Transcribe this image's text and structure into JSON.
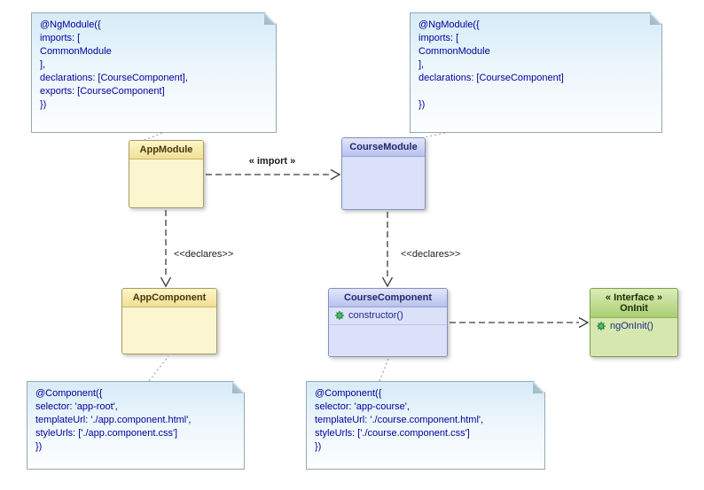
{
  "colors": {
    "note_fill_top": "#d6ebf7",
    "note_border": "#94a8b4",
    "note_text": "#000099",
    "module_yellow_fill": "#fbf5d0",
    "module_yellow_border": "#ab9b66",
    "class_blue_fill": "#dbe1f9",
    "class_blue_border": "#8490c0",
    "interface_green_fill": "#d7e8ae",
    "interface_green_border": "#7f9e4d",
    "method_text": "#1b2a8a",
    "edge_color": "#3c3c3c"
  },
  "notes": [
    {
      "lines": [
        "@NgModule({",
        "imports: [",
        "CommonModule",
        "],",
        "declarations: [CourseComponent],",
        "exports: [CourseComponent]",
        "})"
      ]
    },
    {
      "lines": [
        "@NgModule({",
        "imports: [",
        "CommonModule",
        "],",
        "declarations: [CourseComponent]",
        "",
        "})"
      ]
    },
    {
      "lines": [
        "@Component({",
        "selector: 'app-root',",
        "templateUrl: './app.component.html',",
        "styleUrls: ['./app.component.css']",
        "})"
      ]
    },
    {
      "lines": [
        "@Component({",
        "selector: 'app-course',",
        "templateUrl: './course.component.html',",
        "styleUrls: ['./course.component.css']",
        "})"
      ]
    }
  ],
  "classes": {
    "app_module": {
      "name": "AppModule"
    },
    "course_module": {
      "name": "CourseModule"
    },
    "app_component": {
      "name": "AppComponent"
    },
    "course_component": {
      "name": "CourseComponent",
      "methods": [
        "constructor()"
      ]
    },
    "on_init": {
      "stereotype": "« Interface »",
      "name": "OnInit",
      "methods": [
        "ngOnInit()"
      ]
    }
  },
  "edges": {
    "import_label": "« import »",
    "declares_left_label": "<<declares>>",
    "declares_right_label": "<<declares>>"
  }
}
